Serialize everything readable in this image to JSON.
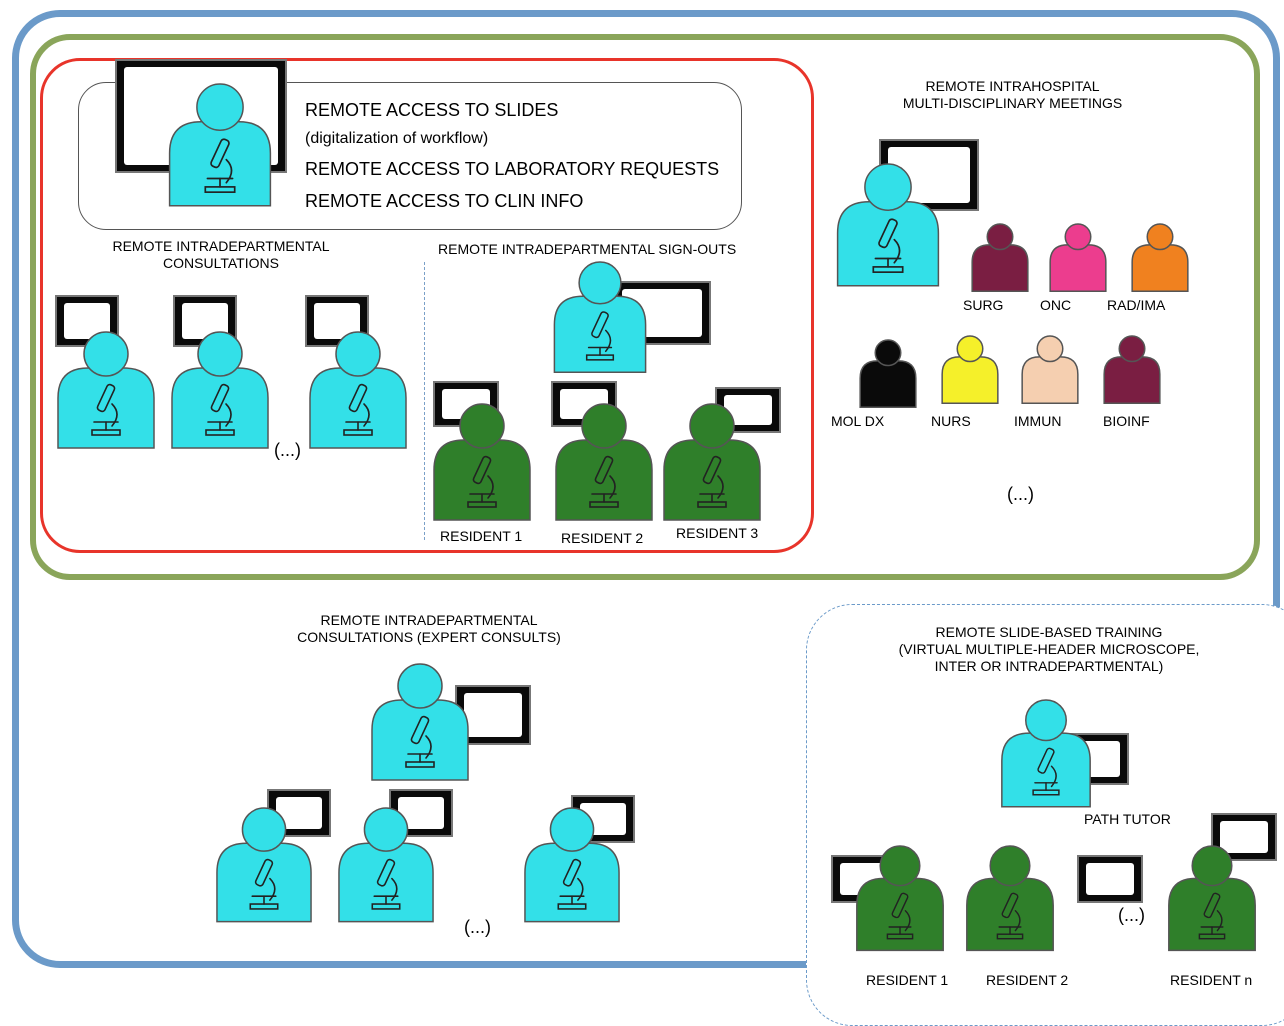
{
  "access": {
    "slides": "REMOTE ACCESS TO SLIDES",
    "digitalization": "(digitalization of workflow)",
    "lab_requests": "REMOTE ACCESS TO LABORATORY REQUESTS",
    "clin_info": "REMOTE ACCESS TO CLIN INFO"
  },
  "consultations": {
    "title_line1": "REMOTE INTRADEPARTMENTAL",
    "title_line2": "CONSULTATIONS",
    "ellipsis": "(...)"
  },
  "signouts": {
    "title": "REMOTE INTRADEPARTMENTAL SIGN-OUTS",
    "residents": [
      "RESIDENT 1",
      "RESIDENT 2",
      "RESIDENT 3"
    ]
  },
  "meetings": {
    "title_line1": "REMOTE INTRAHOSPITAL",
    "title_line2": "MULTI-DISCIPLINARY MEETINGS",
    "ellipsis": "(...)",
    "specialties": [
      {
        "label": "SURG",
        "color": "#7a1e42"
      },
      {
        "label": "ONC",
        "color": "#ec3d8e"
      },
      {
        "label": "RAD/IMA",
        "color": "#f0811f"
      },
      {
        "label": "MOL DX",
        "color": "#0a0a0a"
      },
      {
        "label": "NURS",
        "color": "#f5f02a"
      },
      {
        "label": "IMMUN",
        "color": "#f5cfb0"
      },
      {
        "label": "BIOINF",
        "color": "#7a1e42"
      }
    ]
  },
  "expert": {
    "title_line1": "REMOTE INTRADEPARTMENTAL",
    "title_line2": "CONSULTATIONS (EXPERT CONSULTS)",
    "ellipsis": "(...)"
  },
  "training": {
    "title_line1": "REMOTE SLIDE-BASED TRAINING",
    "title_line2": "(VIRTUAL MULTIPLE-HEADER MICROSCOPE,",
    "title_line3": "INTER OR INTRADEPARTMENTAL)",
    "tutor": "PATH TUTOR",
    "ellipsis": "(...)",
    "residents": [
      "RESIDENT 1",
      "RESIDENT 2",
      "RESIDENT n"
    ]
  },
  "colors": {
    "pathologist": "#33e0e8",
    "resident": "#2f7f2a",
    "outer_frame": "#6b9ac9",
    "hospital_frame": "#8aa55a",
    "department_frame": "#e8342a"
  }
}
